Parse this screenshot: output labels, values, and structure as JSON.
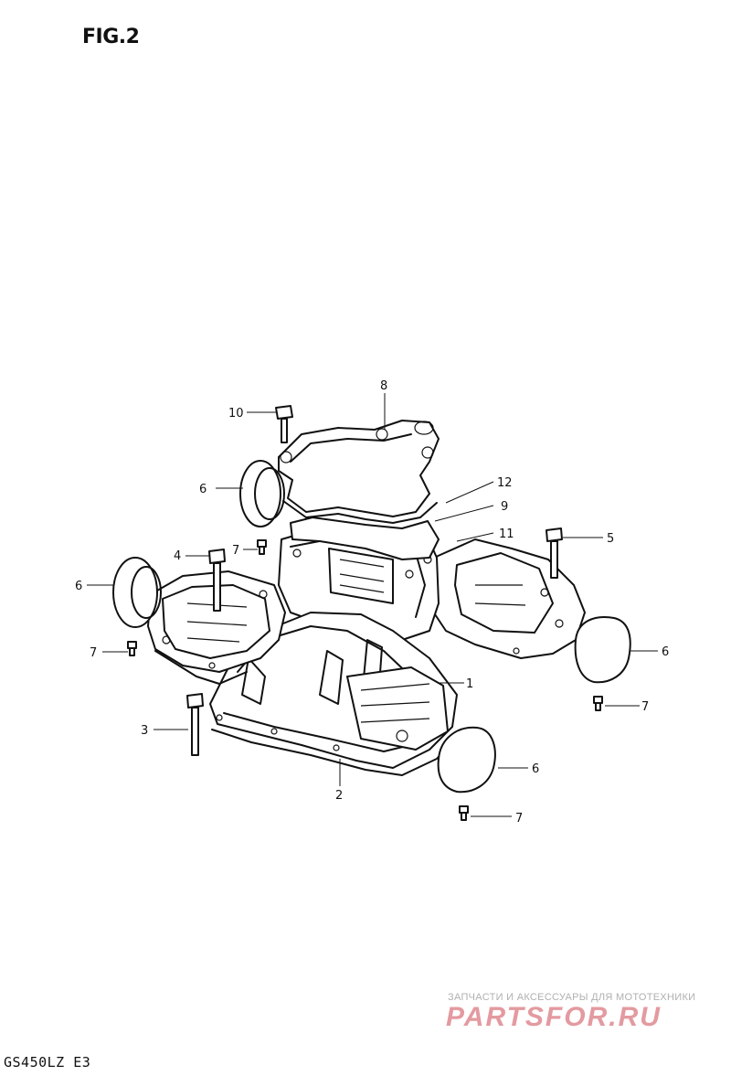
{
  "figure": {
    "title": "FIG.2",
    "model_code": "GS450LZ E3"
  },
  "callouts": {
    "c1": "1",
    "c2": "2",
    "c3": "3",
    "c4": "4",
    "c5": "5",
    "c6a": "6",
    "c6b": "6",
    "c6c": "6",
    "c6d": "6",
    "c7a": "7",
    "c7b": "7",
    "c7c": "7",
    "c7d": "7",
    "c8": "8",
    "c9": "9",
    "c10": "10",
    "c11": "11",
    "c12": "12"
  },
  "watermark": {
    "tagline": "ЗАПЧАСТИ И АКСЕССУАРЫ ДЛЯ МОТОТЕХНИКИ",
    "logo_text": "PARTSFOR.RU"
  }
}
